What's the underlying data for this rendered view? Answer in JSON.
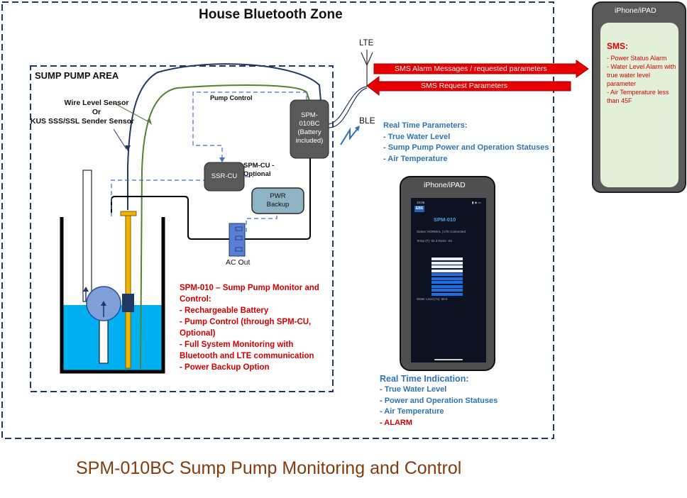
{
  "zone_title": "House Bluetooth Zone",
  "area_title": "SUMP PUMP AREA",
  "labels": {
    "lte": "LTE",
    "ble": "BLE",
    "pump_control": "Pump Control",
    "sensor_line1": "Wire Level Sensor",
    "sensor_line2": "Or",
    "sensor_line3": "KUS SSS/SSL Sender Sensor",
    "spm_device": "SPM-010BC (Battery included)",
    "ssr_cu": "SSR-CU",
    "spm_cu_optional": "SPM-CU - Optional",
    "pwr_backup": "PWR Backup",
    "ac_out": "AC Out"
  },
  "arrows": {
    "sms_alarm": "SMS Alarm Messages / requested parameters",
    "sms_request": "SMS Request Parameters"
  },
  "realtime_params": {
    "title": "Real Time Parameters:",
    "items": [
      "- True Water Level",
      "- Sump Pump Power and Operation Statuses",
      "- Air Temperature"
    ]
  },
  "spm_description": {
    "title": "SPM-010 – Sump Pump Monitor and Control:",
    "items": [
      "- Rechargeable Battery",
      "- Pump Control (through SPM-CU, Optional)",
      "- Full System Monitoring with Bluetooth and LTE communication",
      "- Power Backup Option"
    ]
  },
  "realtime_indication": {
    "title": "Real Time Indication:",
    "items": [
      "- True Water Level",
      "- Power and Operation Statuses",
      "- Air Temperature"
    ],
    "alarm": "- ALARM"
  },
  "sms_phone": {
    "header": "iPhone/iPAD",
    "title": "SMS:",
    "items": [
      "- Power Status Alarm",
      "- Water Level Alarm with true water level parameter",
      "- Air Temperature less than 45F"
    ]
  },
  "app_phone": {
    "header": "iPhone/iPAD",
    "screen": {
      "time": "10:06",
      "logo": "EBS",
      "title": "SPM-010",
      "status": "Status: NORMAL | LTE Connected",
      "temp": "Temp (F): 82.3   RSSI: -52",
      "water_level": "Water Level,(%): 59.6",
      "water_level_pct": 59.6
    }
  },
  "footer_title": "SPM-010BC Sump Pump Monitoring and Control",
  "colors": {
    "alarm_red": "#d40000",
    "info_blue": "#2e75b6",
    "water": "#00b0f0",
    "device_dark": "#595959",
    "pwr_backup": "#8eb4c4",
    "ac_out": "#5b7fd6",
    "footer": "#843c0c",
    "sms_bg": "#e2efd9",
    "wire_green": "#548235",
    "wire_navy": "#1f3864",
    "dashed_blue": "#4472c4"
  }
}
